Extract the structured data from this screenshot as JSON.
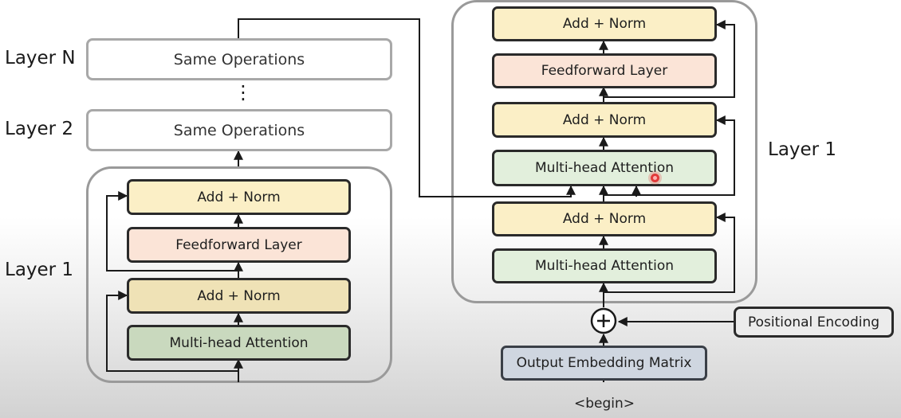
{
  "encoder": {
    "layer_n_label": "Layer N",
    "layer_2_label": "Layer 2",
    "layer_1_label": "Layer 1",
    "ellipsis": "⋮",
    "same_ops_n": "Same Operations",
    "same_ops_2": "Same Operations",
    "add_norm_top": "Add + Norm",
    "feedforward": "Feedforward Layer",
    "add_norm_bottom": "Add + Norm",
    "attention": "Multi-head Attention"
  },
  "decoder": {
    "layer_1_label": "Layer 1",
    "add_norm_1": "Add + Norm",
    "feedforward": "Feedforward Layer",
    "add_norm_2": "Add + Norm",
    "cross_attention": "Multi-head Attention",
    "add_norm_3": "Add + Norm",
    "self_attention": "Multi-head Attention"
  },
  "inputs": {
    "positional_encoding": "Positional Encoding",
    "output_embedding": "Output Embedding Matrix",
    "begin_token": "<begin>"
  },
  "colors": {
    "add_norm": "#fbefc6",
    "feedforward": "#fbe4d7",
    "attention": "#e2efdc",
    "embedding": "#cfd6e0",
    "container_border": "#9a9a9a",
    "cursor": "#e23b3b"
  }
}
